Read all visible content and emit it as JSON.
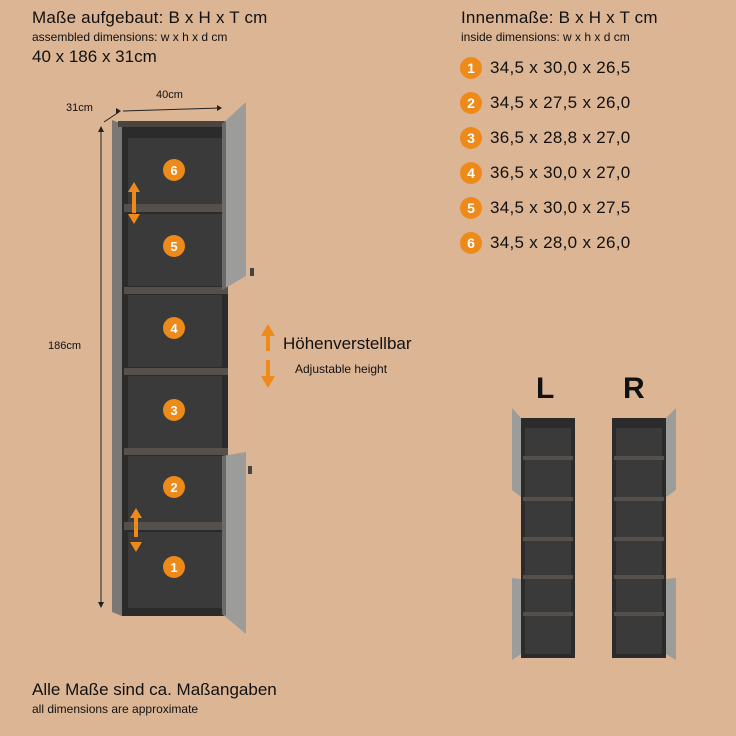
{
  "header_left": {
    "title": "Maße aufgebaut: B x H x T cm",
    "subtitle": "assembled dimensions: w x h x d cm",
    "value": "40 x 186 x 31cm"
  },
  "header_right": {
    "title": "Innenmaße: B x H x T cm",
    "subtitle": "inside dimensions: w x h x d cm"
  },
  "inside_dims": [
    {
      "num": "1",
      "value": "34,5 x 30,0 x 26,5"
    },
    {
      "num": "2",
      "value": "34,5 x 27,5 x 26,0"
    },
    {
      "num": "3",
      "value": "36,5 x 28,8 x 27,0"
    },
    {
      "num": "4",
      "value": "36,5 x 30,0 x 27,0"
    },
    {
      "num": "5",
      "value": "34,5 x 30,0 x 27,5"
    },
    {
      "num": "6",
      "value": "34,5 x 28,0 x 26,0"
    }
  ],
  "cabinet": {
    "depth_label": "31cm",
    "width_label": "40cm",
    "height_label": "186cm",
    "shelves": [
      "6",
      "5",
      "4",
      "3",
      "2",
      "1"
    ]
  },
  "adjustable": {
    "label_de": "Höhenverstellbar",
    "label_en": "Adjustable height"
  },
  "variants": {
    "left": "L",
    "right": "R"
  },
  "footer": {
    "line1": "Alle Maße sind ca. Maßangaben",
    "line2": "all dimensions are approximate"
  },
  "colors": {
    "background": "#dcb594",
    "accent": "#ee8a1a",
    "cabinet_body": "#2b2b2b",
    "door": "#9c9c9a"
  }
}
